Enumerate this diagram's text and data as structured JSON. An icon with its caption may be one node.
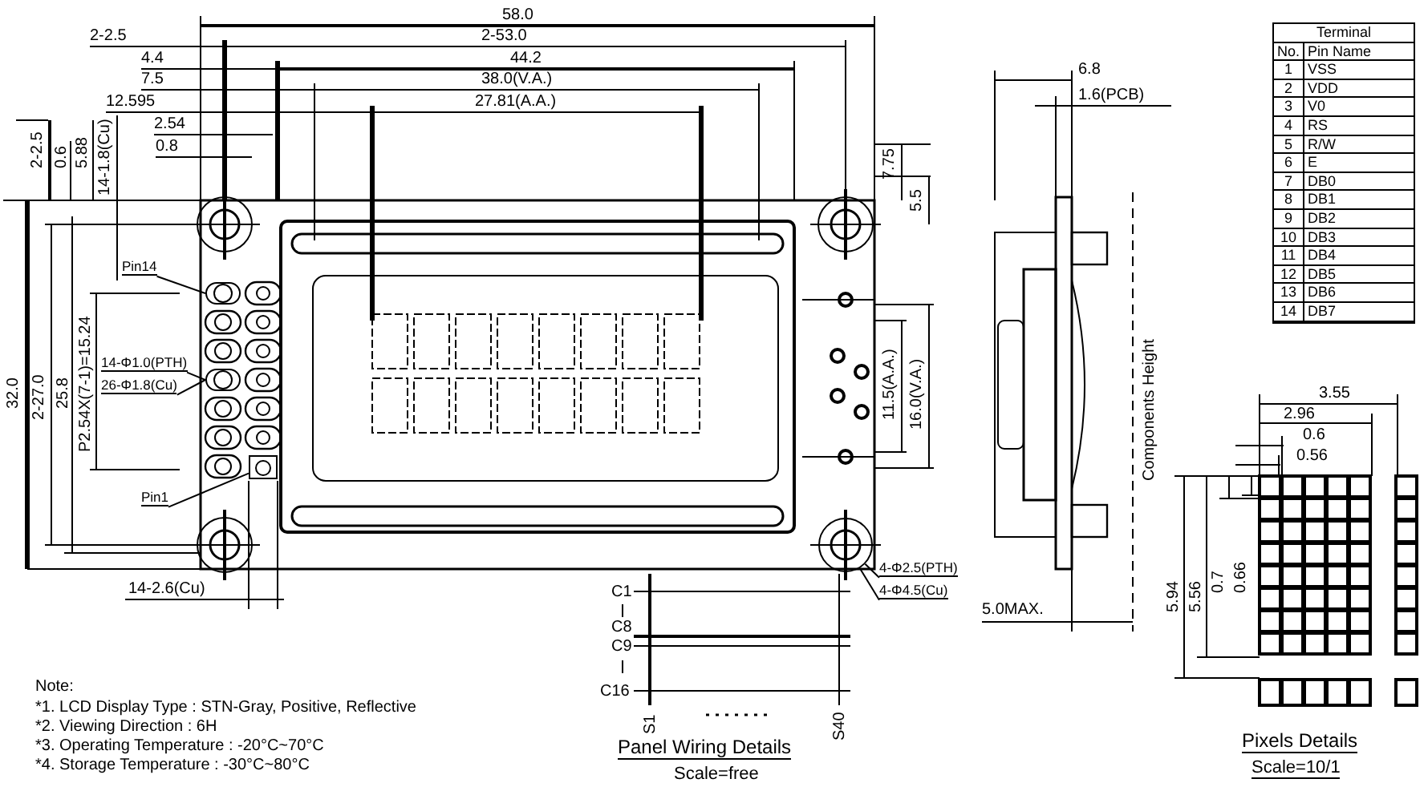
{
  "diagram": {
    "nodes": [
      {
        "text": [
          "Pin14"
        ]
      },
      {
        "text": [],
        "shape": "oval"
      },
      {
        "text": [
          "Pin1"
        ]
      },
      {
        "text": [],
        "shape": "box"
      },
      {
        "text": [
          "14-Φ1.0(PTH)"
        ]
      },
      {
        "text": [
          "26-Φ1.8(Cu)"
        ]
      },
      {
        "text": [],
        "shape": "oval"
      },
      {
        "text": [
          "4-Φ2.5(PTH)"
        ]
      },
      {
        "text": [
          "4-Φ4.5(Cu)"
        ]
      },
      {
        "text": [],
        "shape": "circle"
      }
    ],
    "edges": [
      {
        "from": 0,
        "to": 1,
        "arrow": "none"
      },
      {
        "from": 2,
        "to": 3,
        "arrow": "none"
      },
      {
        "from": 4,
        "to": 6,
        "arrow": "none"
      },
      {
        "from": 5,
        "to": 6,
        "arrow": "none"
      },
      {
        "from": 7,
        "to": 9,
        "arrow": "none"
      },
      {
        "from": 8,
        "to": 9,
        "arrow": "none"
      }
    ],
    "labels": [
      "58.0",
      "2-2.5",
      "2-53.0",
      "4.4",
      "44.2",
      "7.5",
      "38.0(V.A.)",
      "12.595",
      "27.81(A.A.)",
      "2.54",
      "0.8",
      "2-2.5",
      "0.6",
      "5.88",
      "14-1.8(Cu)",
      "7.75",
      "5.5",
      "6.8",
      "1.6(PCB)",
      "Terminal",
      "No.",
      "Pin Name",
      "1",
      "VSS",
      "2",
      "VDD",
      "3",
      "V0",
      "4",
      "RS",
      "5",
      "R/W",
      "6",
      "E",
      "7",
      "DB0",
      "8",
      "DB1",
      "9",
      "DB2",
      "10",
      "DB3",
      "11",
      "DB4",
      "12",
      "DB5",
      "13",
      "DB6",
      "14",
      "DB7",
      "32.0",
      "2-27.0",
      "25.8",
      "P2.54X(7-1)=15.24",
      "11.5(A.A.)",
      "16.0(V.A.)",
      "Components Height",
      "3.55",
      "2.96",
      "0.6",
      "0.56",
      "5.94",
      "5.56",
      "0.7",
      "0.66",
      "14-2.6(Cu)",
      "5.0MAX.",
      "C1",
      "C8",
      "C9",
      "C16",
      "S1",
      "S40",
      "Panel Wiring Details",
      "Scale=free",
      "Pixels Details",
      "Scale=10/1",
      "Note:",
      "*1. LCD Display Type : STN-Gray, Positive, Reflective",
      "*2. Viewing Direction : 6H",
      "*3. Operating Temperature : -20°C~70°C",
      "*4. Storage Temperature : -30°C~80°C"
    ]
  }
}
